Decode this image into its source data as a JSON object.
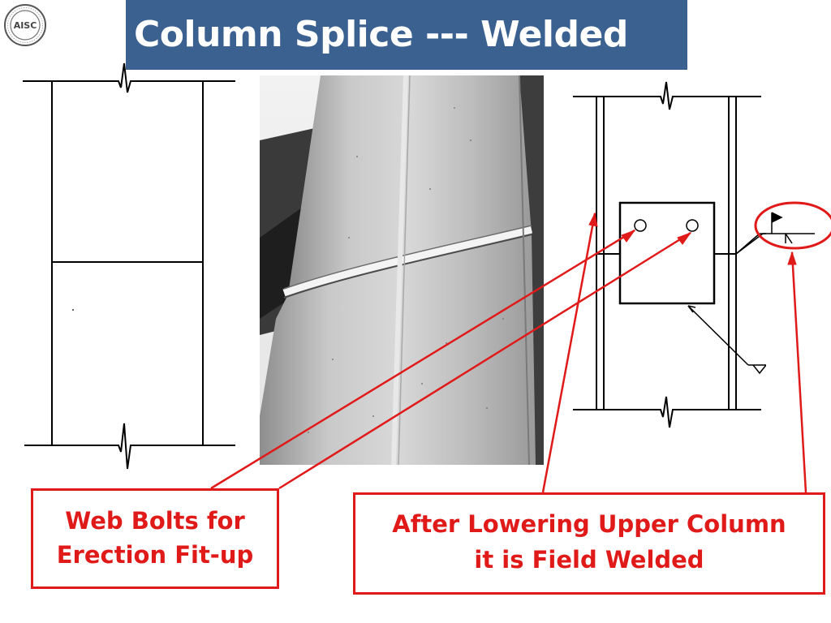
{
  "title": "Column Splice --- Welded",
  "logo": {
    "icon": "aisc-seal-icon",
    "text": "AISC"
  },
  "callouts": {
    "left": {
      "line1": "Web Bolts for",
      "line2": "Erection Fit-up"
    },
    "right": {
      "line1": "After Lowering Upper Column",
      "line2": "it is Field Welded"
    }
  },
  "colors": {
    "title_bar": "#3a6190",
    "title_text": "#ffffff",
    "annotation_red": "#e01919",
    "drawing_black": "#000000"
  }
}
